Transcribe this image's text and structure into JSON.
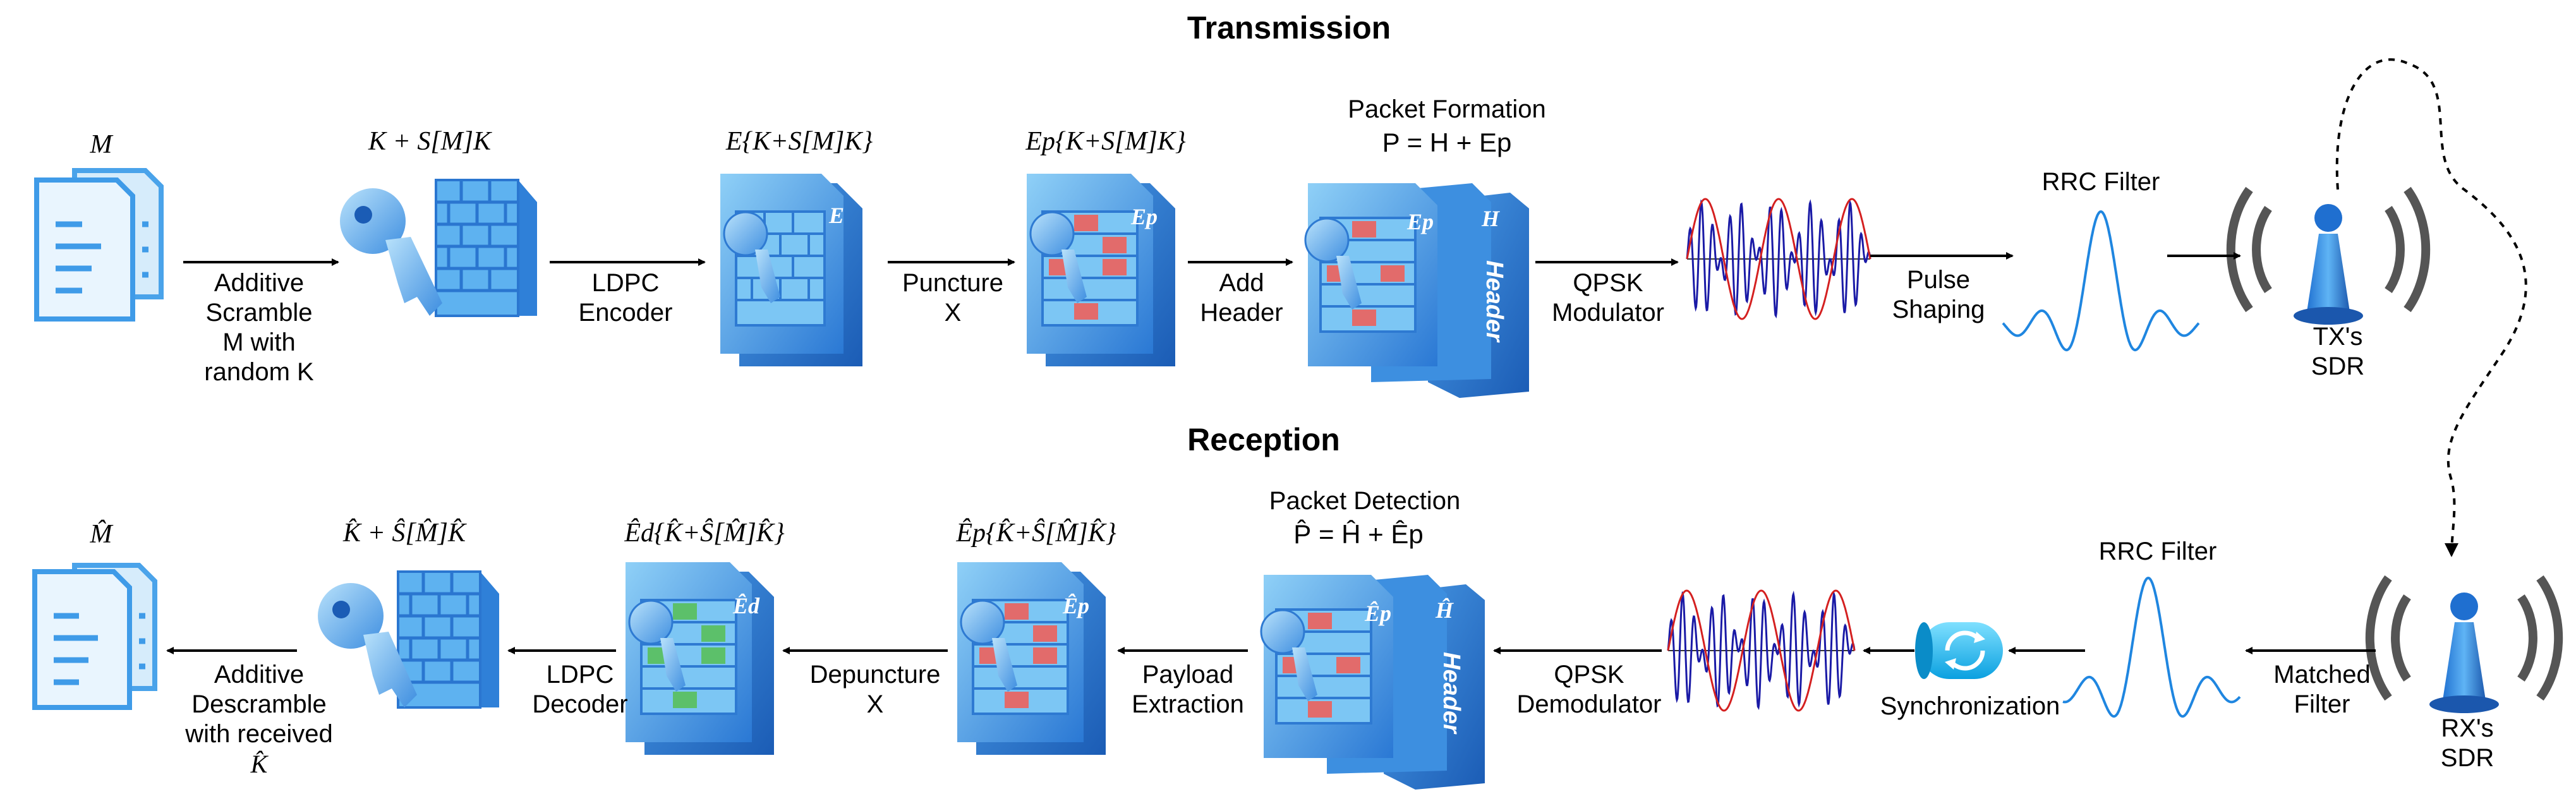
{
  "titles": {
    "transmission": "Transmission",
    "reception": "Reception"
  },
  "tx": {
    "message": "M",
    "key_scrambled": "K + S[M]K",
    "encoded": "E{K+S[M]K}",
    "punctured": "Ep{K+S[M]K}",
    "packet_title": "Packet Formation",
    "packet_eq": "P = H + Ep",
    "rrc_filter": "RRC Filter",
    "sdr": [
      "TX's",
      "SDR"
    ],
    "steps": {
      "scramble": [
        "Additive",
        "Scramble",
        "M with",
        "random K"
      ],
      "ldpc": [
        "LDPC",
        "Encoder"
      ],
      "puncture": [
        "Puncture",
        "X"
      ],
      "add_header": [
        "Add",
        "Header"
      ],
      "qpsk": [
        "QPSK",
        "Modulator"
      ],
      "pulse": [
        "Pulse",
        "Shaping"
      ]
    },
    "tabs": {
      "E": "E",
      "Ep": "Ep",
      "H": "H",
      "header": "Header"
    }
  },
  "rx": {
    "message": "M̂",
    "key_scrambled": "K̂ + Ŝ[M̂]K̂",
    "decoded": "Êd{K̂+Ŝ[M̂]K̂}",
    "punctured": "Êp{K̂+Ŝ[M̂]K̂}",
    "packet_title": "Packet Detection",
    "packet_eq": "P̂ = Ĥ + Êp",
    "rrc_filter": "RRC Filter",
    "sdr": [
      "RX's",
      "SDR"
    ],
    "sync": "Synchronization",
    "steps": {
      "descramble": [
        "Additive",
        "Descramble",
        "with received",
        "K̂"
      ],
      "ldpc": [
        "LDPC",
        "Decoder"
      ],
      "depuncture": [
        "Depuncture",
        "X"
      ],
      "payload": [
        "Payload",
        "Extraction"
      ],
      "qpsk": [
        "QPSK",
        "Demodulator"
      ],
      "matched": [
        "Matched",
        "Filter"
      ]
    },
    "tabs": {
      "Ed": "Êd",
      "Ep": "Êp",
      "H": "Ĥ",
      "header": "Header"
    }
  },
  "colors": {
    "blue_light": "#7fc4f2",
    "blue_mid": "#3d8fe0",
    "blue_dark": "#1c5fb8",
    "brick_red": "#e26b6b",
    "brick_green": "#5cc06a",
    "signal_red": "#d42020",
    "signal_blue": "#1a1aa6",
    "filter_blue": "#1f86e0",
    "antenna_grey": "#555555"
  }
}
